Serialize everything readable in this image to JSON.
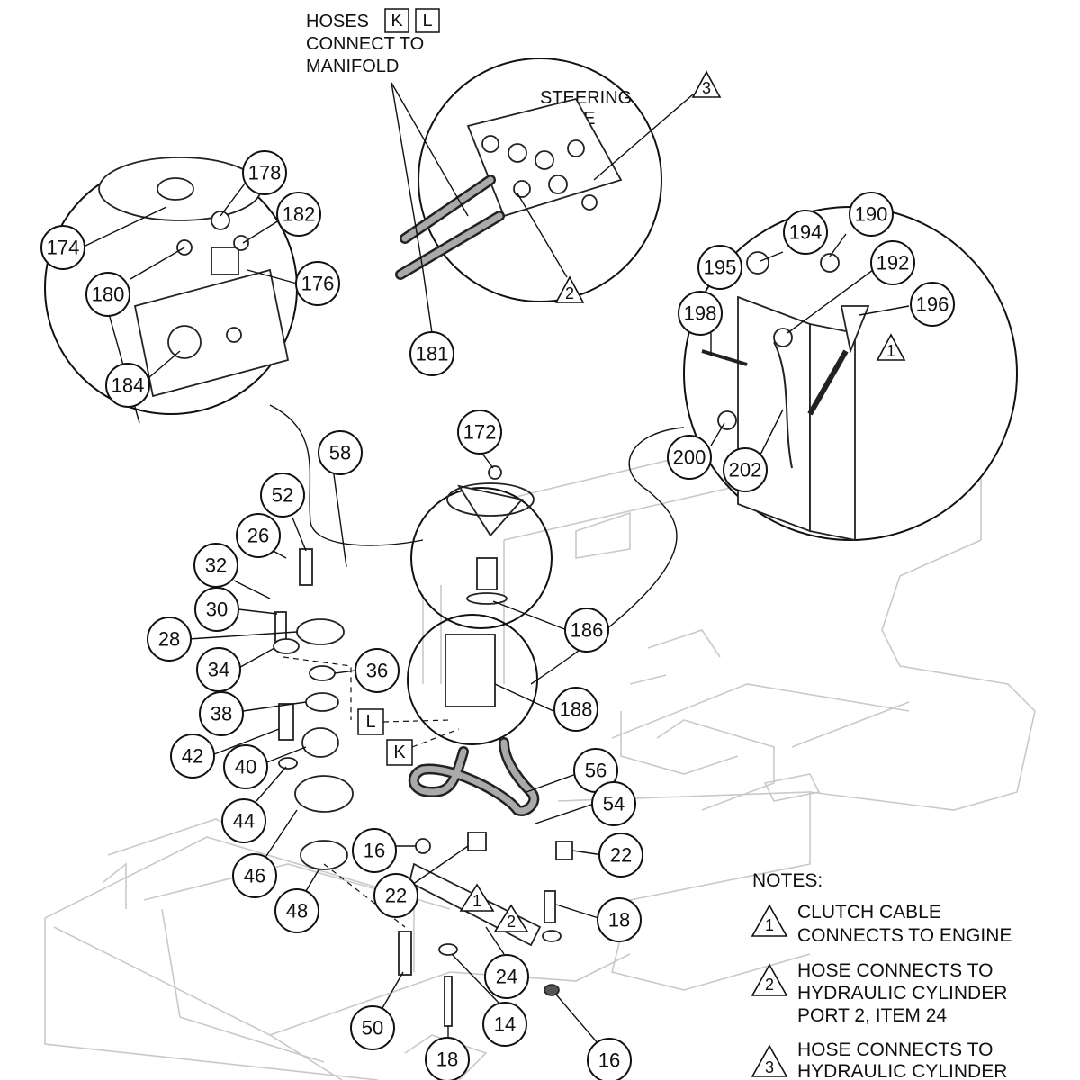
{
  "labels": {
    "hoses_prefix": "HOSES",
    "hose_k": "K",
    "hose_l": "L",
    "connect_to": "CONNECT TO",
    "manifold": "MANIFOLD",
    "steering": "STEERING",
    "valve": "VALVE"
  },
  "notes": {
    "title": "NOTES:",
    "items": [
      {
        "num": "1",
        "line1": "CLUTCH CABLE",
        "line2": "CONNECTS TO ENGINE"
      },
      {
        "num": "2",
        "line1": "HOSE CONNECTS TO",
        "line2": "HYDRAULIC CYLINDER",
        "line3": "PORT 2, ITEM 24"
      },
      {
        "num": "3",
        "line1": "HOSE CONNECTS TO",
        "line2": "HYDRAULIC CYLINDER"
      }
    ]
  },
  "callouts": [
    "174",
    "178",
    "182",
    "180",
    "176",
    "184",
    "181",
    "194",
    "190",
    "195",
    "192",
    "196",
    "198",
    "200",
    "202",
    "172",
    "58",
    "52",
    "26",
    "32",
    "30",
    "28",
    "34",
    "36",
    "38",
    "42",
    "40",
    "44",
    "46",
    "48",
    "186",
    "188",
    "56",
    "54",
    "22",
    "16",
    "22",
    "18",
    "24",
    "50",
    "14",
    "18",
    "16"
  ],
  "flags": [
    "3",
    "2",
    "1",
    "1",
    "2"
  ]
}
